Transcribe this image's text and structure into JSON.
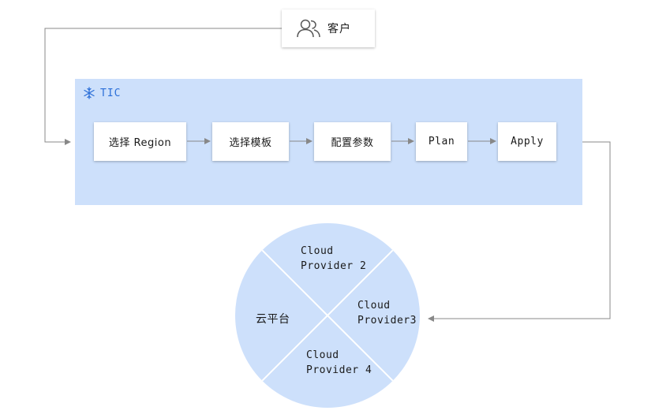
{
  "customer": {
    "label": "客户",
    "icon": "users-icon"
  },
  "tic": {
    "title": "TIC",
    "icon": "snowflake-icon",
    "background": "#cde0fb",
    "accent": "#2b6fd8"
  },
  "steps": [
    {
      "label": "选择 Region"
    },
    {
      "label": "选择模板"
    },
    {
      "label": "配置参数"
    },
    {
      "label": "Plan"
    },
    {
      "label": "Apply"
    }
  ],
  "cloud": {
    "fill": "#cde0fb",
    "segments": {
      "top": {
        "line1": "Cloud",
        "line2": "Provider 2"
      },
      "right": {
        "line1": "Cloud",
        "line2": "Provider3"
      },
      "bottom": {
        "line1": "Cloud",
        "line2": "Provider 4"
      },
      "left": {
        "line1": "云平台"
      }
    }
  },
  "colors": {
    "connector": "#888888",
    "box_background": "#ffffff"
  }
}
